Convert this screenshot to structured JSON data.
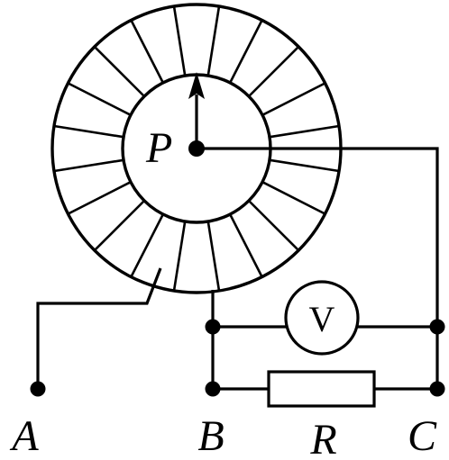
{
  "labels": {
    "slider": "P",
    "terminal_a": "A",
    "terminal_b": "B",
    "terminal_c": "C",
    "resistor": "R",
    "voltmeter": "V"
  }
}
